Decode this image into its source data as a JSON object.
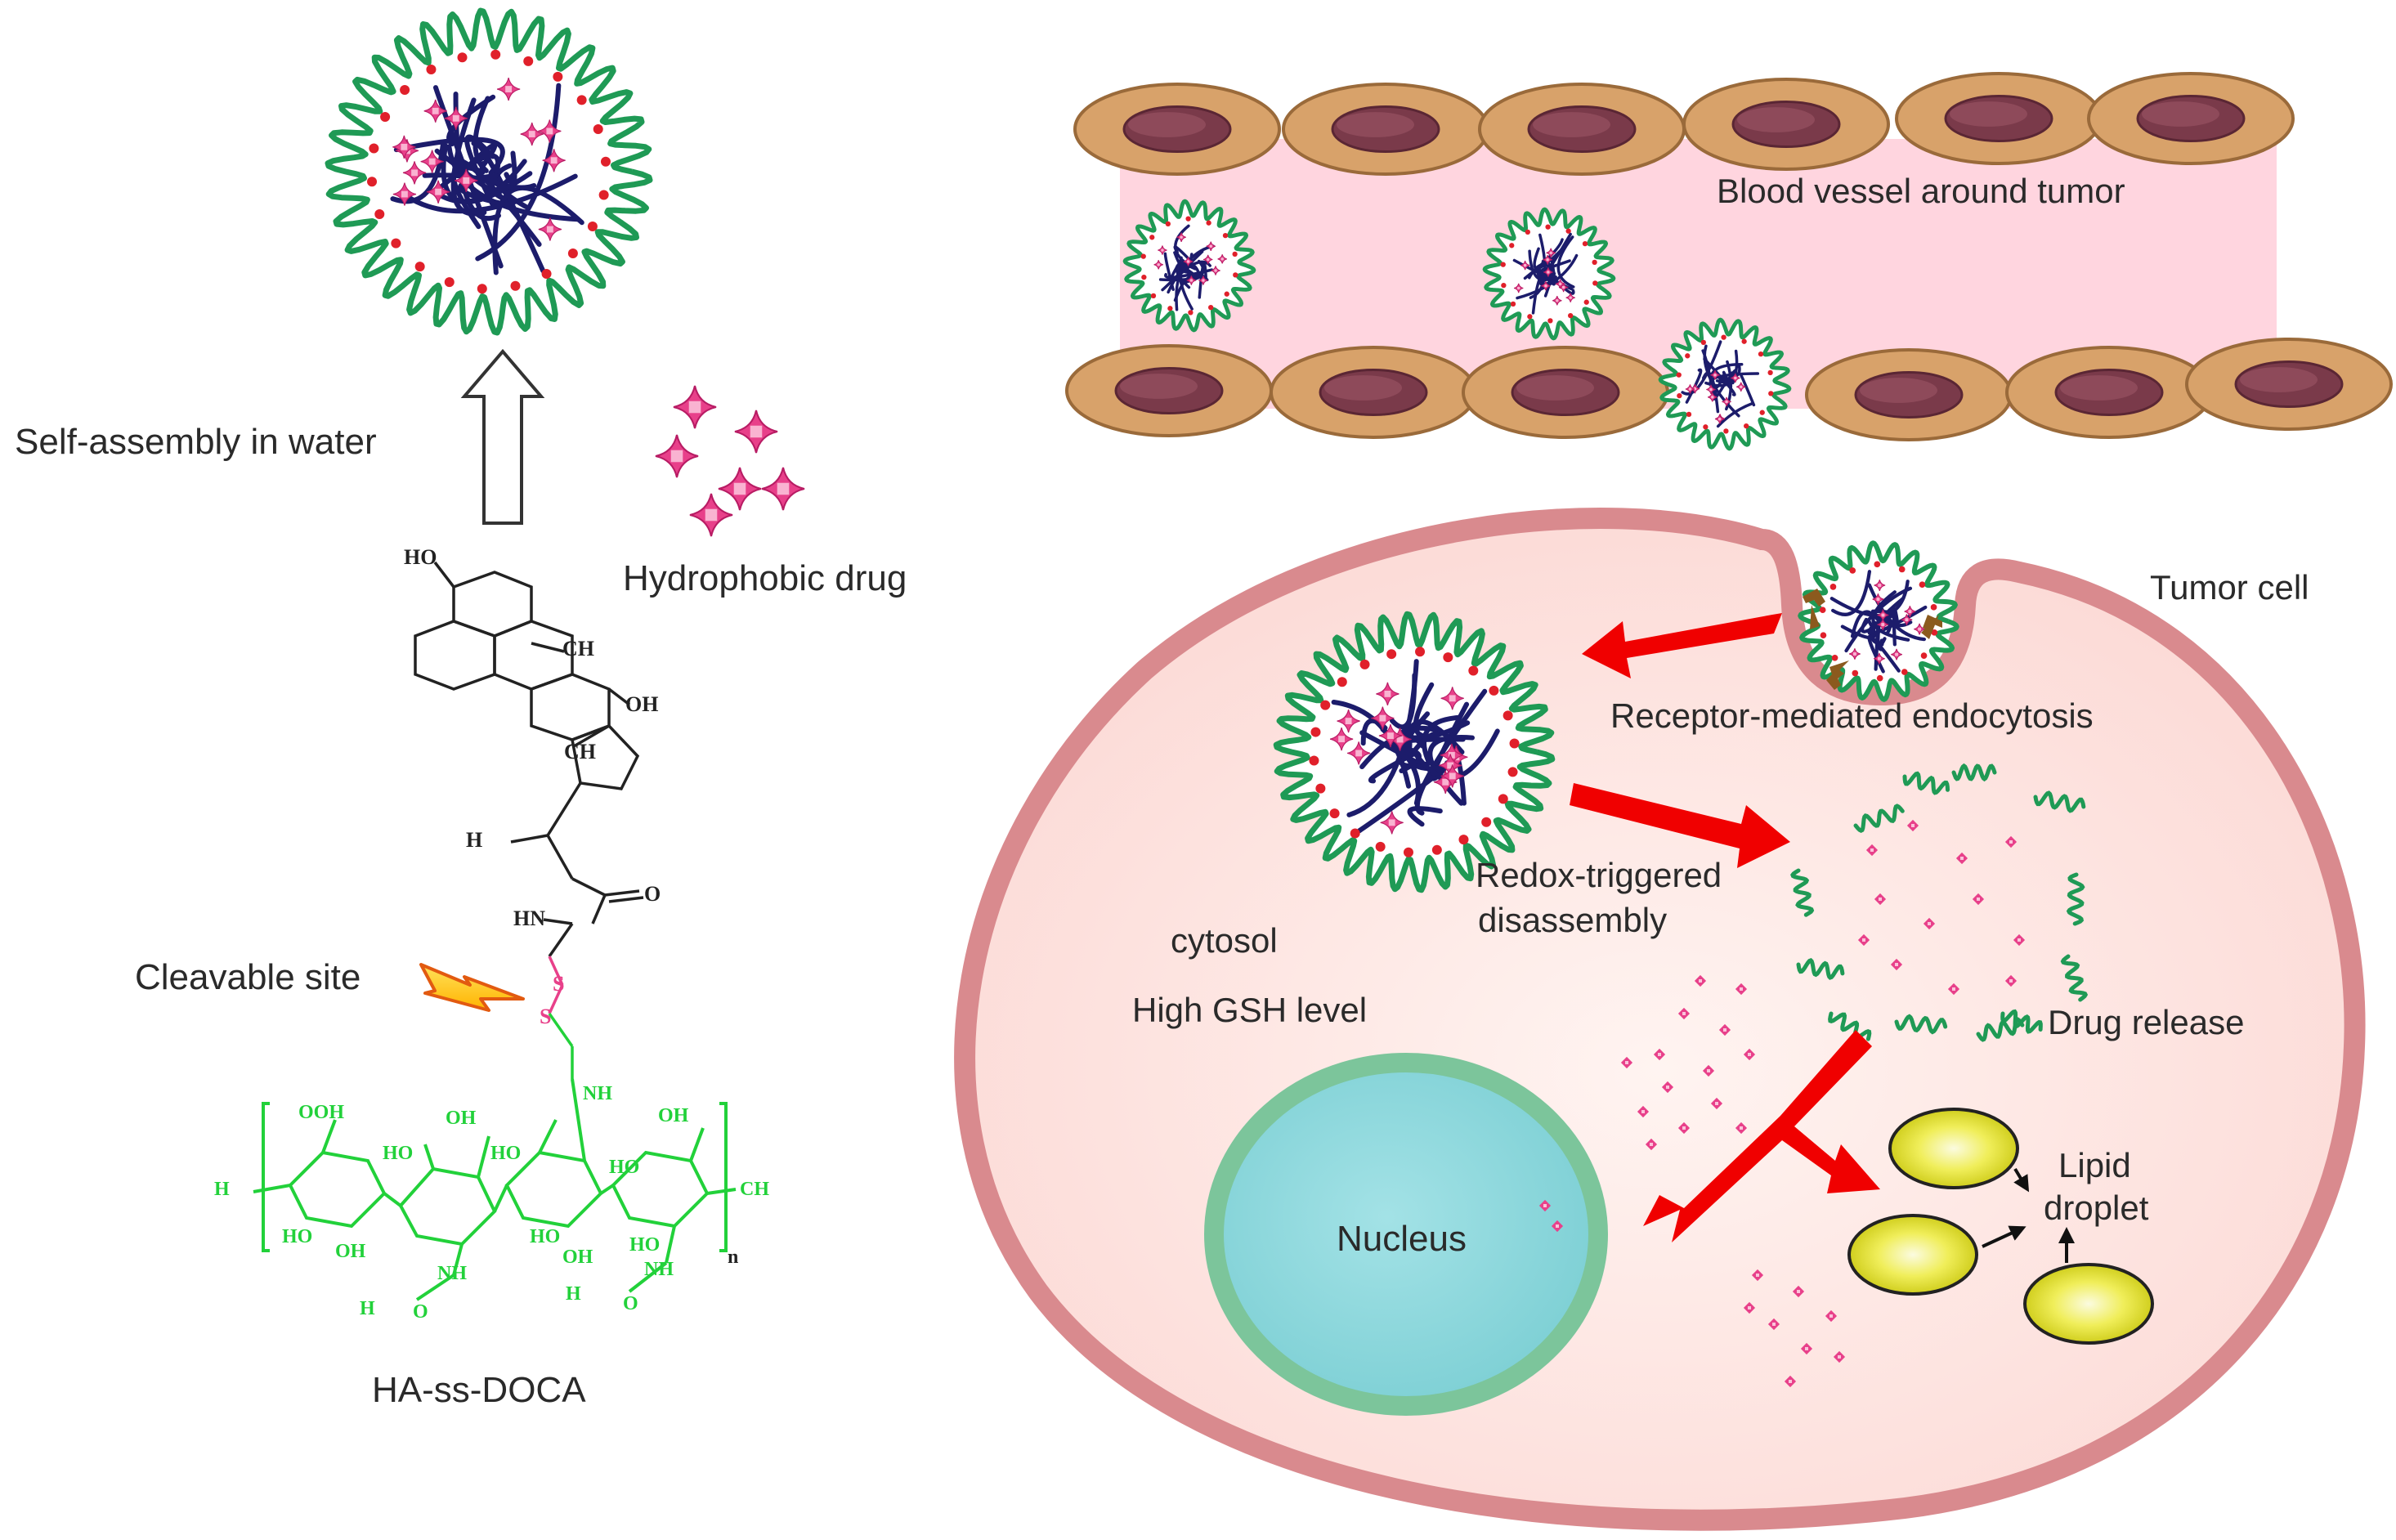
{
  "labels": {
    "self_assembly": "Self-assembly in water",
    "hydrophobic_drug": "Hydrophobic drug",
    "cleavable_site": "Cleavable site",
    "conjugate_name": "HA-ss-DOCA",
    "blood_vessel": "Blood vessel around tumor",
    "tumor_cell": "Tumor cell",
    "endocytosis": "Receptor-mediated endocytosis",
    "redox_line1": "Redox-triggered",
    "redox_line2": "disassembly",
    "cytosol": "cytosol",
    "gsh": "High GSH level",
    "drug_release": "Drug release",
    "nucleus": "Nucleus",
    "lipid_line1": "Lipid",
    "lipid_line2": "droplet"
  },
  "chem_labels": {
    "ho": "HO",
    "ch3": "CH",
    "oh": "OH",
    "h3c": "H",
    "nh": "HN",
    "o": "O",
    "s": "S",
    "cooh": "OOH",
    "nh_bottom": "NH",
    "n_sub": "n"
  },
  "colors": {
    "micelle_shell": "#1f9a55",
    "micelle_core": "#1c1c6b",
    "drug": "#e8408a",
    "hyaluronic": "#22d13a",
    "vessel_wall": "#d8a26a",
    "vessel_nucleus": "#7a3a4a",
    "vessel_lumen": "#ffd5df",
    "cell_membrane": "#d98a8e",
    "cytosol": "#fde6e4",
    "nucleus_fill": "#8fd7dc",
    "nucleus_ring": "#7cc59b",
    "lipid": "#e4e325",
    "arrow": "#f00000"
  }
}
